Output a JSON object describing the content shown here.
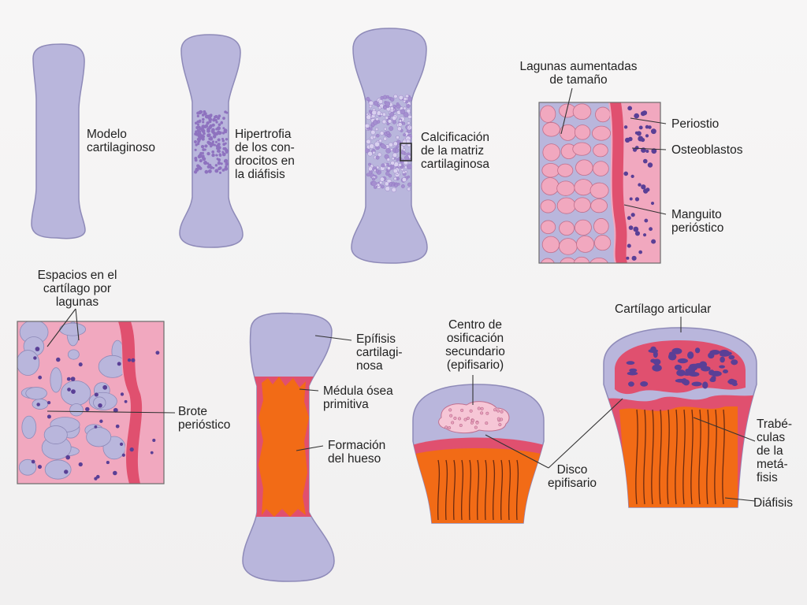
{
  "labels": {
    "modelo": "Modelo\ncartilaginoso",
    "hipertrofia": "Hipertrofia\nde los con-\ndrocitos en\nla diáfisis",
    "calcificacion": "Calcificación\nde la matriz\ncartilaginosa",
    "lagunas": "Lagunas aumentadas\nde tamaño",
    "periostio": "Periostio",
    "osteoblastos": "Osteoblastos",
    "manguito": "Manguito\nperióstico",
    "espacios": "Espacios en el\ncartílago por\nlagunas",
    "brote": "Brote\nperióstico",
    "epifisis": "Epífisis\ncartilagi-\nnosa",
    "medula": "Médula ósea\nprimitiva",
    "formacion": "Formación\ndel hueso",
    "centro": "Centro de\nosificación\nsecundario\n(epifisario)",
    "cartilago_articular": "Cartílago articular",
    "disco": "Disco\nepifisario",
    "trabeculas": "Trabé-\nculas\nde la\nmetá-\nfisis",
    "diafisis": "Diáfisis"
  },
  "colors": {
    "cartilage": "#b9b6dc",
    "cartilage_stroke": "#8e8ab8",
    "hypertrophic_dots": "#8e72bf",
    "pink_matrix": "#f1a8bf",
    "periosteum": "#e0506f",
    "marrow": "#f26b16",
    "osteoblasts": "#5a3f96",
    "ink": "#222222"
  }
}
